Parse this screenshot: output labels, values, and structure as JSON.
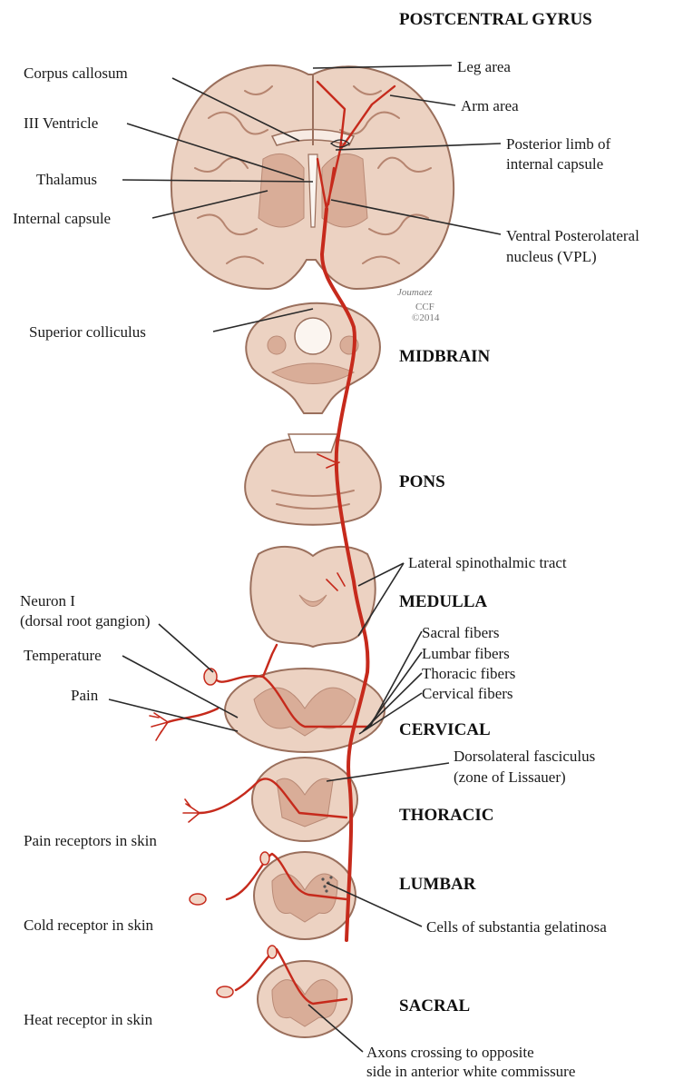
{
  "headings": {
    "postcentral": "POSTCENTRAL GYRUS",
    "midbrain": "MIDBRAIN",
    "pons": "PONS",
    "medulla": "MEDULLA",
    "cervical": "CERVICAL",
    "thoracic": "THORACIC",
    "lumbar": "LUMBAR",
    "sacral": "SACRAL"
  },
  "labels_left": {
    "corpus_callosum": "Corpus callosum",
    "iii_ventricle": "III Ventricle",
    "thalamus": "Thalamus",
    "internal_capsule": "Internal capsule",
    "superior_colliculus": "Superior colliculus",
    "neuron_i_line1": "Neuron I",
    "neuron_i_line2": "(dorsal root gangion)",
    "temperature": "Temperature",
    "pain": "Pain",
    "pain_receptors": "Pain receptors in skin",
    "cold_receptor": "Cold receptor in skin",
    "heat_receptor": "Heat receptor in skin"
  },
  "labels_right": {
    "leg_area": "Leg area",
    "arm_area": "Arm area",
    "posterior_limb_line1": "Posterior limb of",
    "posterior_limb_line2": "internal capsule",
    "vpl_line1": "Ventral Posterolateral",
    "vpl_line2": "nucleus (VPL)",
    "lateral_spinothalamic": "Lateral spinothalmic tract",
    "sacral_fibers": "Sacral fibers",
    "lumbar_fibers": "Lumbar fibers",
    "thoracic_fibers": "Thoracic fibers",
    "cervical_fibers": "Cervical fibers",
    "dorsolateral_line1": "Dorsolateral fasciculus",
    "dorsolateral_line2": "(zone of Lissauer)",
    "substantia_gelatinosa": "Cells of substantia gelatinosa",
    "axons_line1": "Axons crossing to opposite",
    "axons_line2": "side in anterior white commissure"
  },
  "signature": {
    "name": "Joumaez",
    "org": "CCF",
    "year": "©2014"
  },
  "colors": {
    "tract": "#c62a1c",
    "tissue": "#ecd2c2",
    "gray_matter": "#d9ad98",
    "outline": "#9a6f5c"
  }
}
